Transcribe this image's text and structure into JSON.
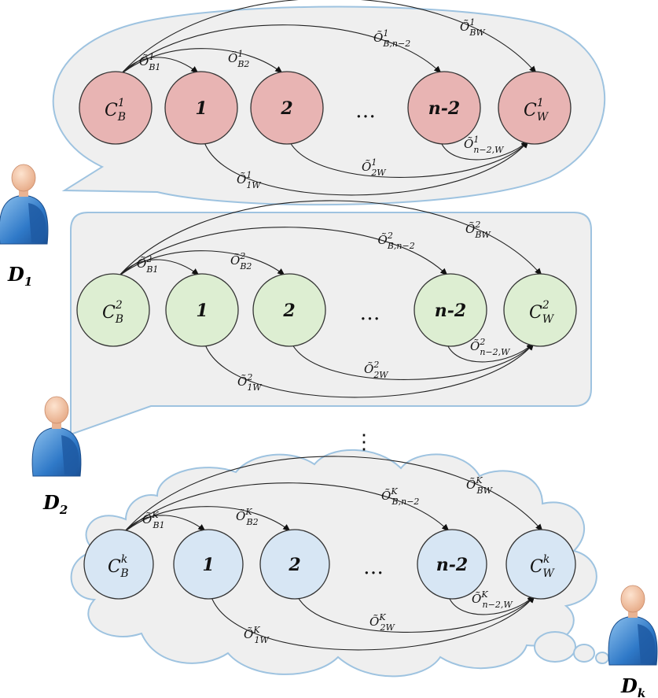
{
  "colors": {
    "bubble_fill": "#efefef",
    "bubble_stroke": "#9ec3e0",
    "node_stroke": "#333333",
    "panel1_node": "#e8b4b3",
    "panel2_node": "#ddeed2",
    "panel3_node": "#d7e6f4"
  },
  "panels": [
    {
      "shape": "speech-bubble-oval",
      "nodes": {
        "best": {
          "main": "C",
          "sup": "1",
          "sub": "B"
        },
        "n1": "1",
        "n2": "2",
        "ellipsis": "…",
        "nm2": "n-2",
        "worst": {
          "main": "C",
          "sup": "1",
          "sub": "W"
        }
      },
      "edges": {
        "b1": {
          "sup": "1",
          "sub": "B1"
        },
        "b2": {
          "sup": "1",
          "sub": "B2"
        },
        "bn2": {
          "sup": "1",
          "sub": "B,n−2"
        },
        "bw": {
          "sup": "1",
          "sub": "BW"
        },
        "n2w": {
          "sup": "1",
          "sub": "n−2,W"
        },
        "w2": {
          "sup": "1",
          "sub": "2W"
        },
        "w1": {
          "sup": "1",
          "sub": "1W"
        }
      }
    },
    {
      "shape": "speech-bubble-rect",
      "nodes": {
        "best": {
          "main": "C",
          "sup": "2",
          "sub": "B"
        },
        "n1": "1",
        "n2": "2",
        "ellipsis": "…",
        "nm2": "n-2",
        "worst": {
          "main": "C",
          "sup": "2",
          "sub": "W"
        }
      },
      "edges": {
        "b1": {
          "sup": "2",
          "sub": "B1"
        },
        "b2": {
          "sup": "2",
          "sub": "B2"
        },
        "bn2": {
          "sup": "2",
          "sub": "B,n−2"
        },
        "bw": {
          "sup": "2",
          "sub": "BW"
        },
        "n2w": {
          "sup": "2",
          "sub": "n−2,W"
        },
        "w2": {
          "sup": "2",
          "sub": "2W"
        },
        "w1": {
          "sup": "2",
          "sub": "1W"
        }
      }
    },
    {
      "shape": "thought-cloud",
      "nodes": {
        "best": {
          "main": "C",
          "sup": "k",
          "sub": "B"
        },
        "n1": "1",
        "n2": "2",
        "ellipsis": "…",
        "nm2": "n-2",
        "worst": {
          "main": "C",
          "sup": "k",
          "sub": "W"
        }
      },
      "edges": {
        "b1": {
          "sup": "K",
          "sub": "B1"
        },
        "b2": {
          "sup": "K",
          "sub": "B2"
        },
        "bn2": {
          "sup": "K",
          "sub": "B,n−2"
        },
        "bw": {
          "sup": "K",
          "sub": "BW"
        },
        "n2w": {
          "sup": "K",
          "sub": "n−2,W"
        },
        "w2": {
          "sup": "K",
          "sub": "2W"
        },
        "w1": {
          "sup": "K",
          "sub": "1W"
        }
      }
    }
  ],
  "edge_symbol": "Õ",
  "vertical_ellipsis": "⋮",
  "decision_makers": [
    {
      "main": "D",
      "sub": "1"
    },
    {
      "main": "D",
      "sub": "2"
    },
    {
      "main": "D",
      "sub": "k"
    }
  ],
  "icons": [
    "person-icon"
  ]
}
